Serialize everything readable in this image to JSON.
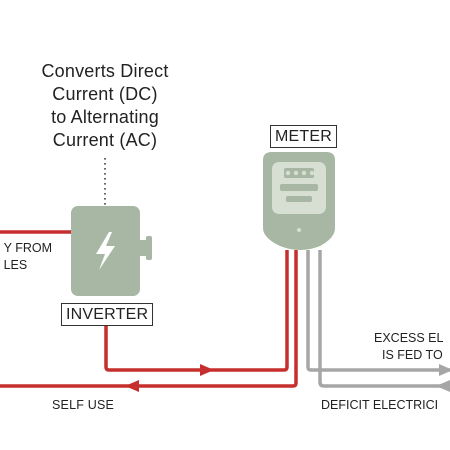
{
  "colors": {
    "red_line": "#c62f2d",
    "grey_line": "#a6a6a6",
    "inverter_fill": "#a7b7a3",
    "meter_fill": "#a7b7a3",
    "meter_screen": "#d7dfd3"
  },
  "icons": {
    "inverter": "lightning-bolt-icon",
    "flow_arrow": "arrowhead-icon"
  },
  "caption": {
    "line1": "Converts Direct",
    "line2": "Current (DC)",
    "line3": "to Alternating",
    "line4": "Current (AC)"
  },
  "labels": {
    "meter": "METER",
    "inverter": "INVERTER",
    "from_panels_line1": "Y FROM",
    "from_panels_line2": "LES",
    "excess_line1": "EXCESS EL",
    "excess_line2": "IS FED TO",
    "self_use": "SELF USE",
    "deficit": "DEFICIT ELECTRICI"
  }
}
